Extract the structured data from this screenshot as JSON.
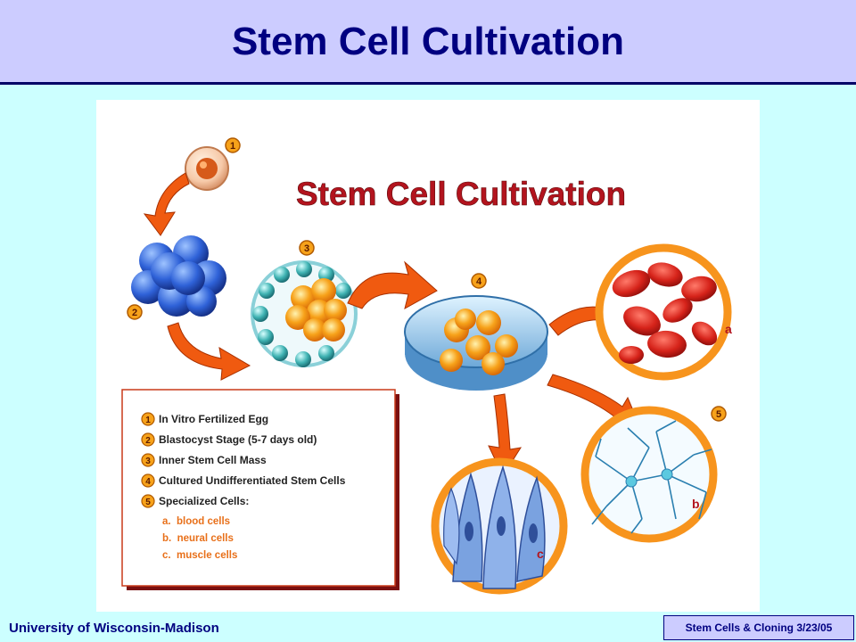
{
  "slide": {
    "title": "Stem Cell Cultivation",
    "footer_left": "University of Wisconsin-Madison",
    "footer_right": "Stem Cells & Cloning 3/23/05"
  },
  "figure": {
    "title": "Stem Cell Cultivation",
    "step_numbers": [
      "1",
      "2",
      "3",
      "4",
      "5"
    ],
    "circle_letters": [
      "a",
      "b",
      "c"
    ],
    "legend": {
      "items": [
        {
          "num": "1",
          "text": "In Vitro Fertilized Egg"
        },
        {
          "num": "2",
          "text": "Blastocyst Stage (5-7 days old)"
        },
        {
          "num": "3",
          "text": "Inner Stem Cell Mass"
        },
        {
          "num": "4",
          "text": "Cultured Undifferentiated Stem Cells"
        },
        {
          "num": "5",
          "text": "Specialized Cells:"
        }
      ],
      "sub_items": [
        "a.  blood cells",
        "b.  neural cells",
        "c.  muscle cells"
      ]
    }
  },
  "colors": {
    "title_navy": "#000080",
    "header_bg": "#ccccff",
    "slide_bg": "#ccffff",
    "figure_title_red": "#b3141e",
    "arrow_orange": "#f05a10",
    "ring_orange": "#f7941d",
    "legend_orange": "#e8701a"
  }
}
